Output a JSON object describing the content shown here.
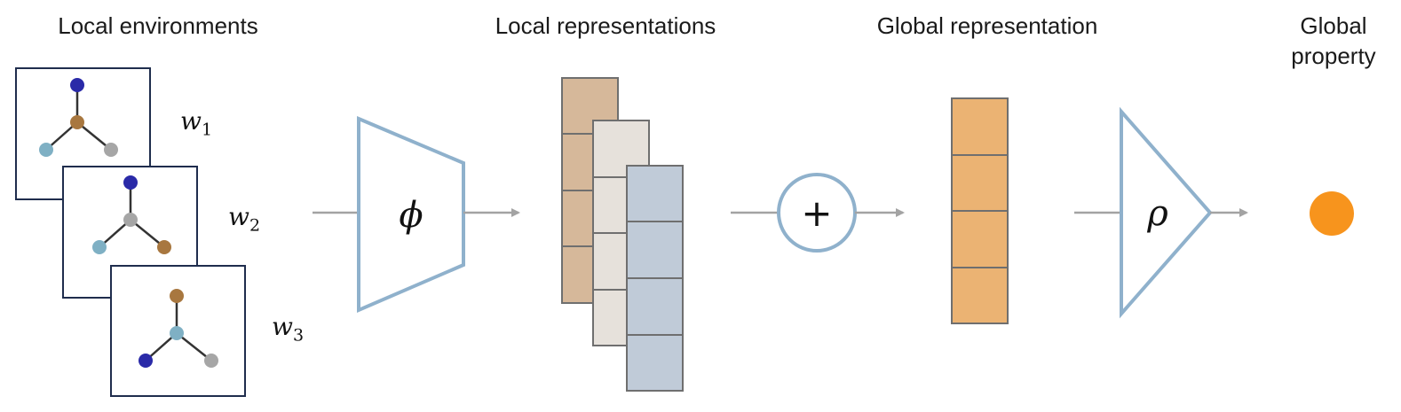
{
  "headers": {
    "local_environments": "Local environments",
    "local_representations": "Local representations",
    "global_representation": "Global representation",
    "global_property_line1": "Global",
    "global_property_line2": "property"
  },
  "weights": [
    {
      "base": "w",
      "sub": "1"
    },
    {
      "base": "w",
      "sub": "2"
    },
    {
      "base": "w",
      "sub": "3"
    }
  ],
  "symbols": {
    "phi": "ϕ",
    "plus": "+",
    "rho": "ρ"
  },
  "colors": {
    "frame": "#1f2d4d",
    "module_stroke": "#8fb1cc",
    "arrow": "#a3a3a3",
    "atom_navy": "#2a2aa8",
    "atom_brown": "#a8773f",
    "atom_lightblue": "#7fb0c4",
    "atom_gray": "#a6a6a6",
    "stack_tan": "#d6b89a",
    "stack_cream": "#e6e1db",
    "stack_steel": "#c0cbd8",
    "global_orange": "#ebb373",
    "property_orange": "#f7941d"
  }
}
